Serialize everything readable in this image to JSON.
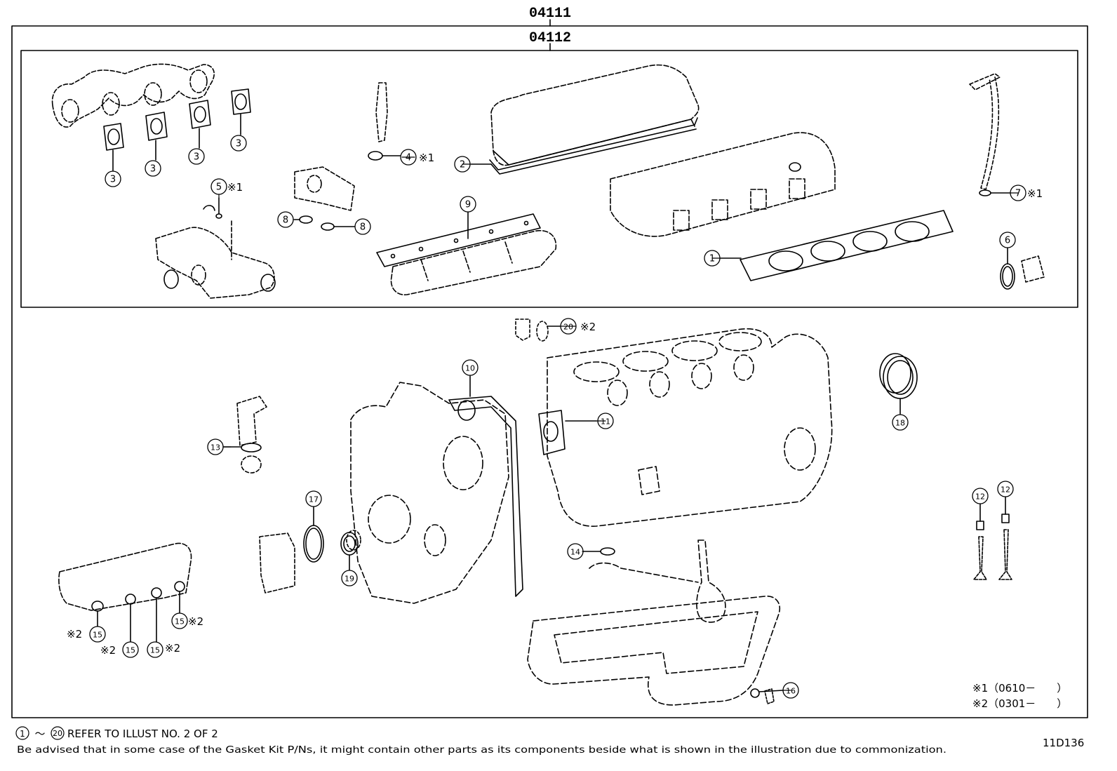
{
  "kit_codes": {
    "outer": "04111",
    "inner": "04112"
  },
  "callouts": {
    "n1": "1",
    "n2": "2",
    "n3": "3",
    "n4": "4",
    "n5": "5",
    "n6": "6",
    "n7": "7",
    "n8": "8",
    "n9": "9",
    "n10": "10",
    "n11": "11",
    "n12": "12",
    "n13": "13",
    "n14": "14",
    "n15": "15",
    "n16": "16",
    "n17": "17",
    "n18": "18",
    "n19": "19",
    "n20": "20"
  },
  "marks": {
    "m1": "※1",
    "m2": "※2"
  },
  "notes": {
    "note1": "※1（0610－　　）",
    "note2": "※2（0301－　　）"
  },
  "footer": {
    "range_start": "1",
    "range_sep": "～",
    "range_end": "20",
    "refer_text": "REFER TO ILLUST NO. 2 OF 2",
    "advisory": "Be advised that in some case of the Gasket Kit P/Ns,  it might contain other parts as its components beside what is shown in the illustration due to commonization.",
    "illust_code": "11D136"
  }
}
